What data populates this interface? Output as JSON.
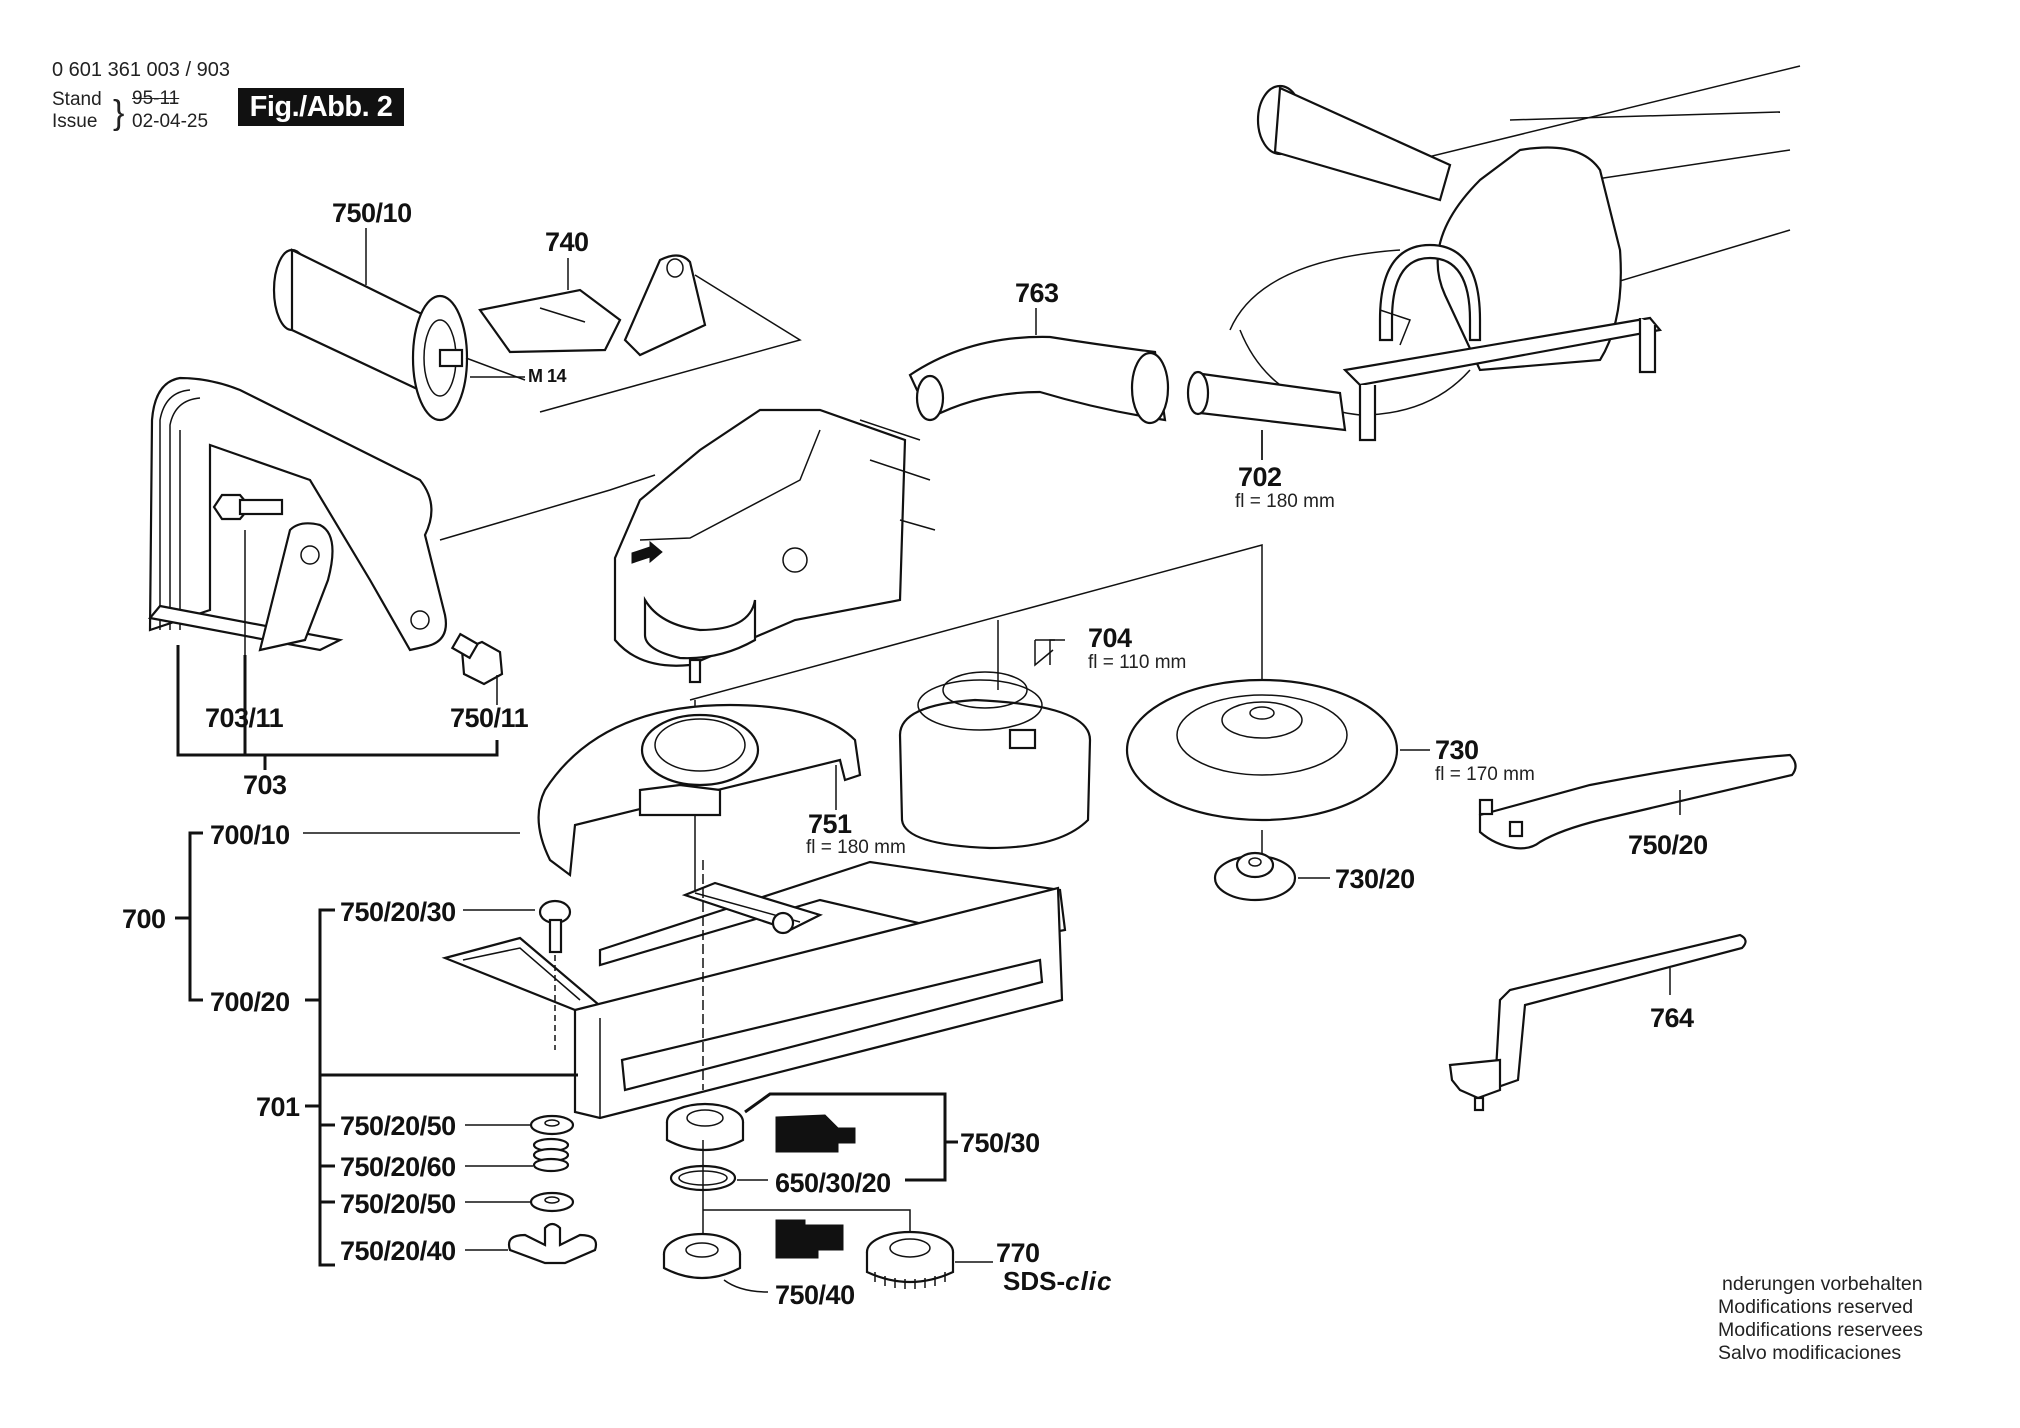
{
  "header": {
    "part_number": "0 601 361 003 / 903",
    "stand_label": "Stand",
    "issue_label": "Issue",
    "stand_value_struck": "95-11",
    "issue_value": "02-04-25",
    "figure_label": "Fig./Abb. 2"
  },
  "parts": {
    "p750_10": "750/10",
    "p740": "740",
    "m14": "M 14",
    "p763": "763",
    "p702": "702",
    "p702_note": "fl = 180 mm",
    "p703_11": "703/11",
    "p750_11": "750/11",
    "p703": "703",
    "p704": "704",
    "p704_note": "fl = 110 mm",
    "p730": "730",
    "p730_note": "fl = 170 mm",
    "p751": "751",
    "p751_note": "fl = 180 mm",
    "p700_10": "700/10",
    "p700": "700",
    "p750_20_30": "750/20/30",
    "p700_20": "700/20",
    "p701": "701",
    "p750_20_50a": "750/20/50",
    "p750_20_60": "750/20/60",
    "p750_20_50b": "750/20/50",
    "p750_20_40": "750/20/40",
    "p750_30": "750/30",
    "p650_30_20": "650/30/20",
    "p770": "770",
    "sds_prefix": "SDS-",
    "sds_suffix": "clic",
    "p750_40": "750/40",
    "p730_20": "730/20",
    "p750_20": "750/20",
    "p764": "764"
  },
  "footer": {
    "lines": [
      "nderungen vorbehalten",
      "Modifications reserved",
      "Modifications reservees",
      "Salvo modificaciones"
    ]
  }
}
